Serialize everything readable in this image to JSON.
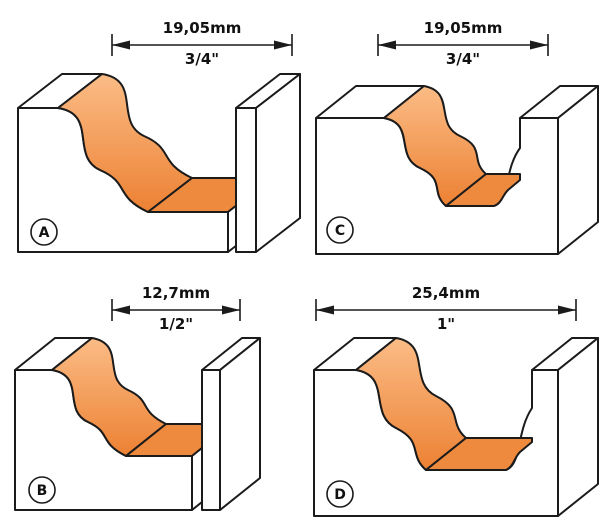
{
  "panels": [
    {
      "label": "A",
      "dim_mm": "19,05mm",
      "dim_in": "3/4\""
    },
    {
      "label": "C",
      "dim_mm": "19,05mm",
      "dim_in": "3/4\""
    },
    {
      "label": "B",
      "dim_mm": "12,7mm",
      "dim_in": "1/2\""
    },
    {
      "label": "D",
      "dim_mm": "25,4mm",
      "dim_in": "1\""
    }
  ],
  "colors": {
    "outline": "#1b1b1b",
    "profile_light": "#fbbc86",
    "profile_dark": "#ec8133",
    "profile_bottom": "#ee8a3e",
    "background": "#ffffff"
  }
}
